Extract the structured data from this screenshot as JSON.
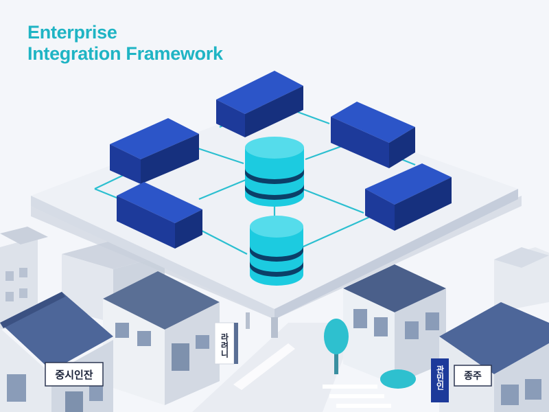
{
  "title": {
    "line1": "Enterprise",
    "line2": "Integration Framework"
  },
  "signs": {
    "left_shop": "중시인잔",
    "vertical_center": "라려니",
    "vertical_right": "관민인",
    "right_shop": "종주"
  },
  "colors": {
    "title": "#1fb4c4",
    "block_top": "#2c55c8",
    "block_front": "#1d3a9a",
    "block_side": "#16307e",
    "database": "#1ccbe0",
    "database_band": "#0b3f68",
    "connector": "#2bbfd0",
    "platform": "#eef1f6",
    "roof": "#4d6699",
    "house_wall": "#e4e8ef",
    "tree": "#2ec0cf"
  },
  "icons": {
    "block": "server-block-icon",
    "database": "database-cylinder-icon"
  }
}
